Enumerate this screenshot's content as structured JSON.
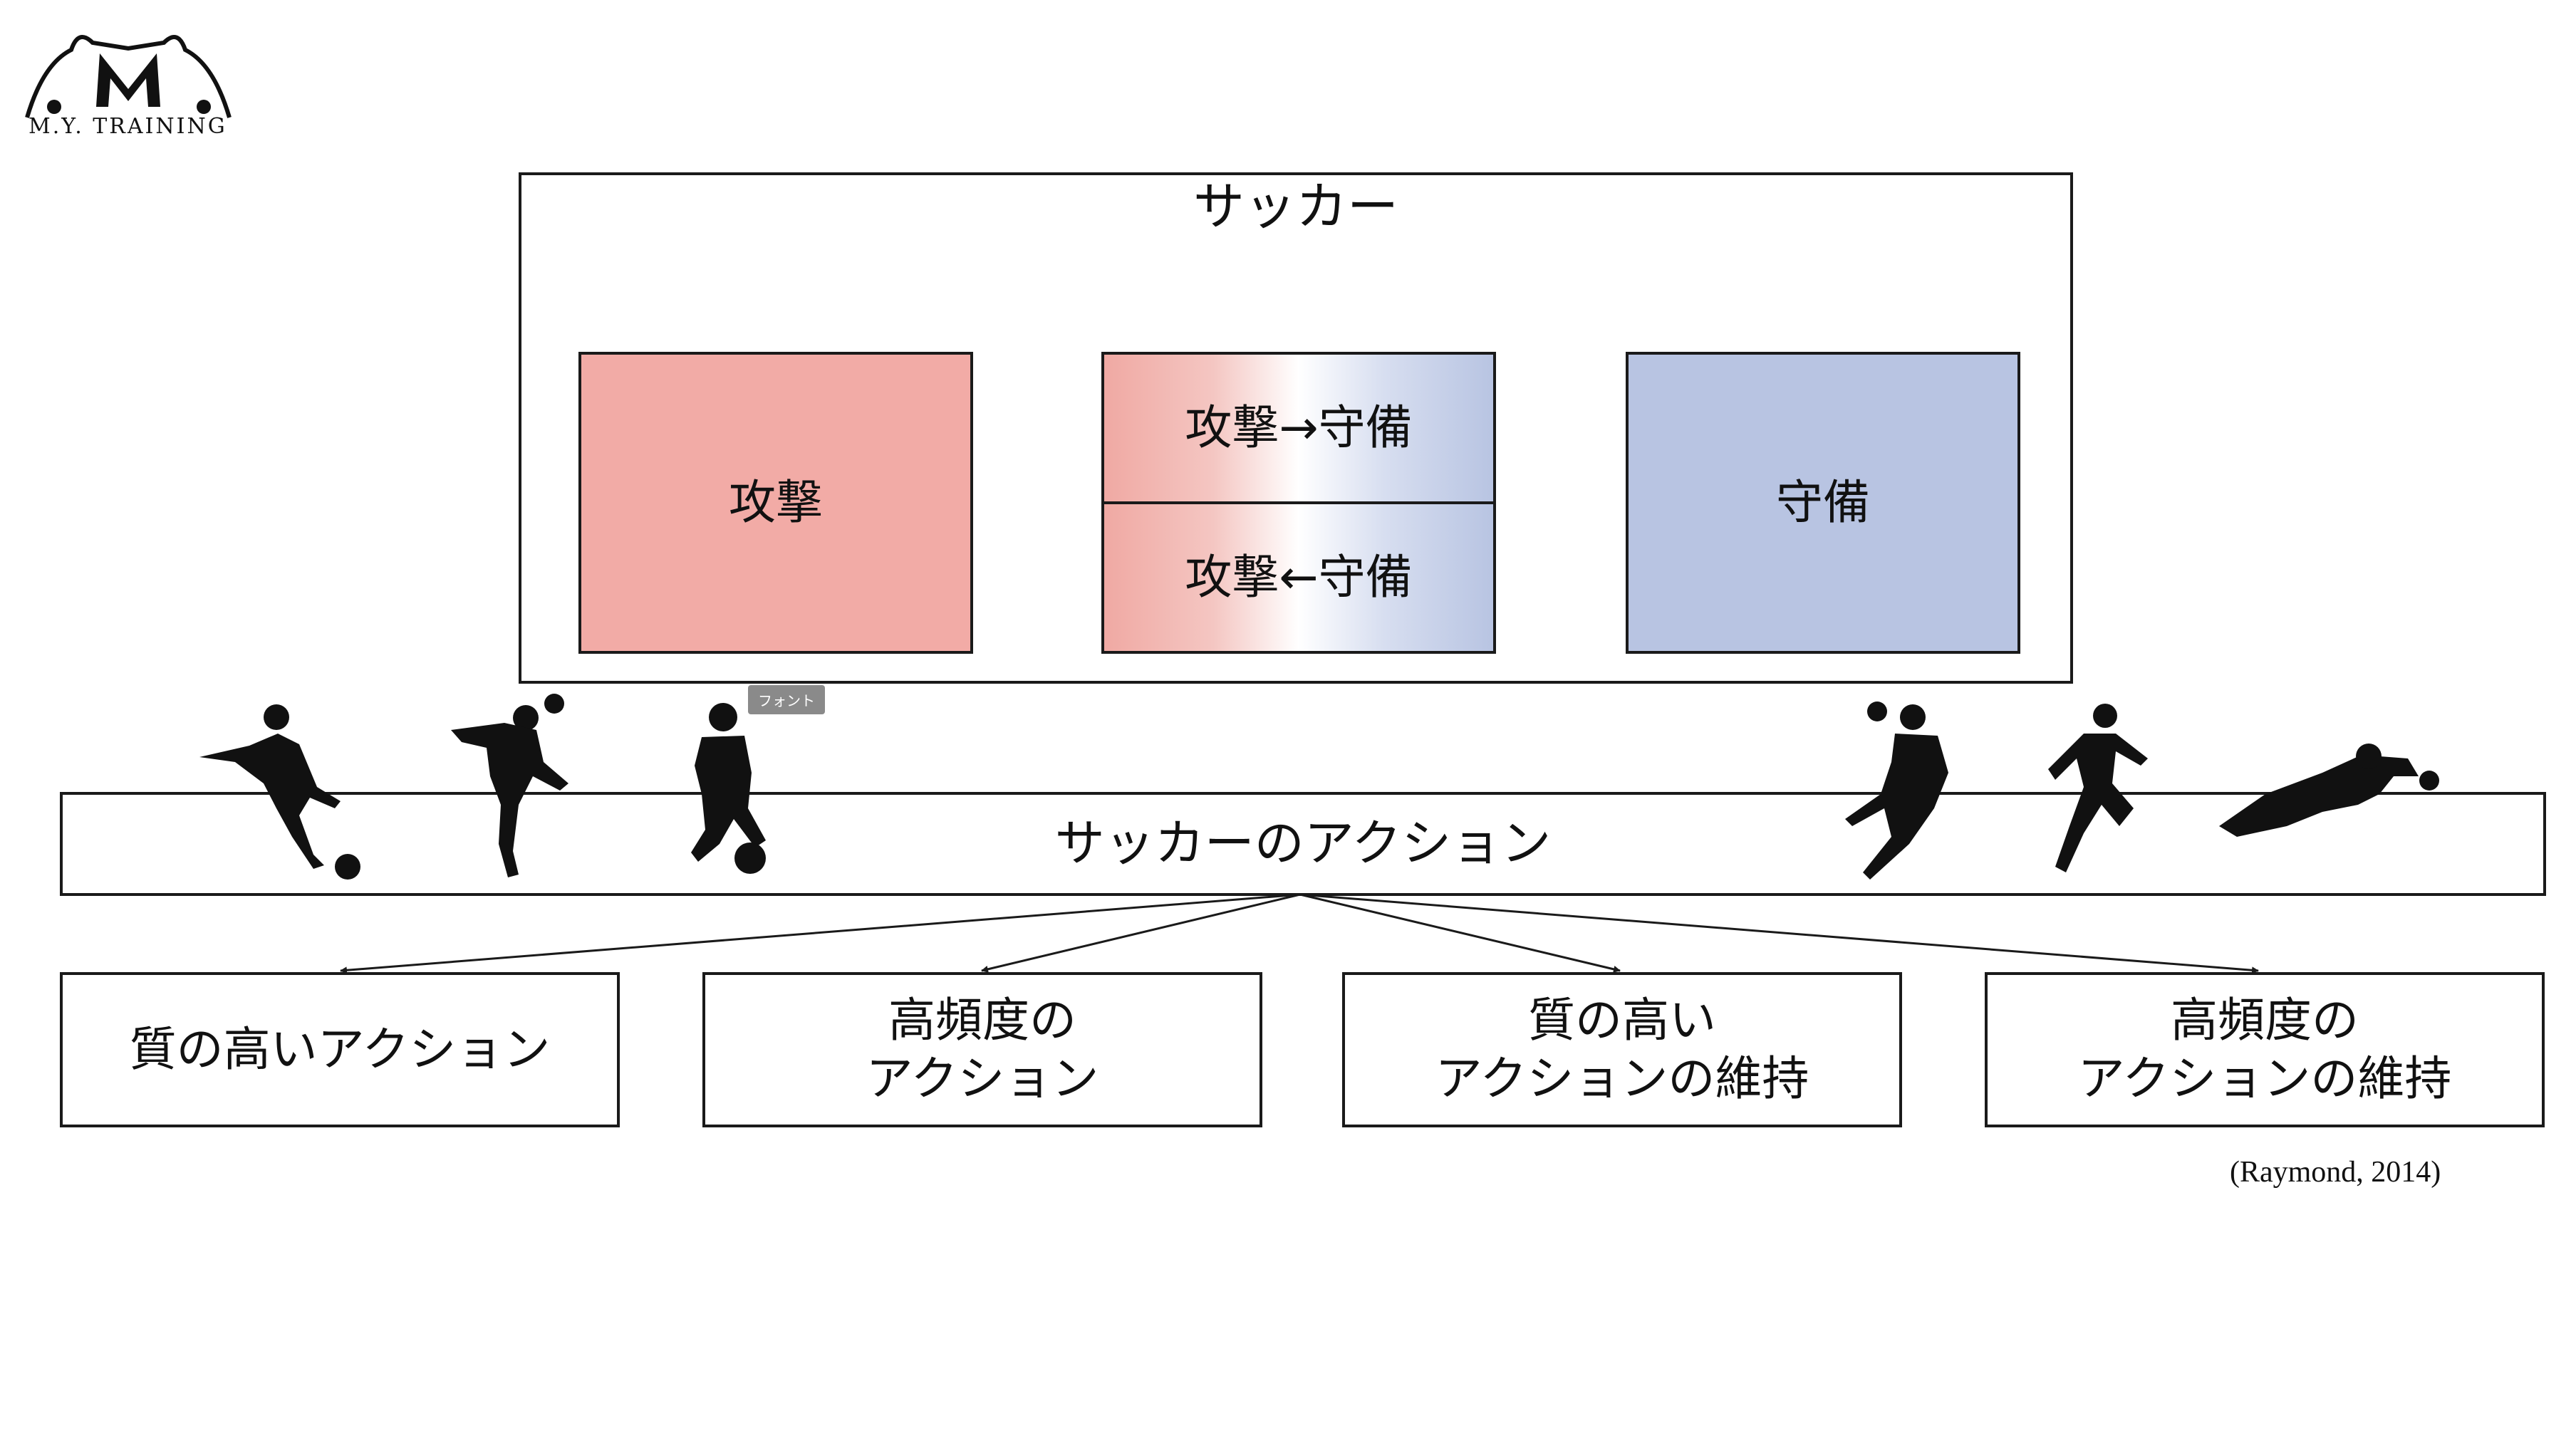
{
  "logo": {
    "text": "M.Y. TRAINING"
  },
  "soccer_box": {
    "title": "サッカー"
  },
  "phases": {
    "attack": "攻撃",
    "attack_to_defense": "攻撃→守備",
    "defense_to_attack": "攻撃←守備",
    "defense": "守備"
  },
  "tooltip": {
    "label": "フォント"
  },
  "action_bar": {
    "label": "サッカーのアクション"
  },
  "leaves": [
    {
      "label": "質の高いアクション"
    },
    {
      "label": "高頻度の\nアクション"
    },
    {
      "label": "質の高い\nアクションの維持"
    },
    {
      "label": "高頻度の\nアクションの維持"
    }
  ],
  "citation": "(Raymond, 2014)",
  "colors": {
    "attack": "#f2aba6",
    "defense": "#b8c4e2",
    "border": "#1a1a1a",
    "silhouette": "#111111"
  },
  "icons": [
    "logo-mark-icon",
    "player-kicking-icon",
    "player-heading-icon",
    "player-dribbling-icon",
    "player-volley-icon",
    "player-sprinting-icon",
    "goalkeeper-diving-icon"
  ]
}
